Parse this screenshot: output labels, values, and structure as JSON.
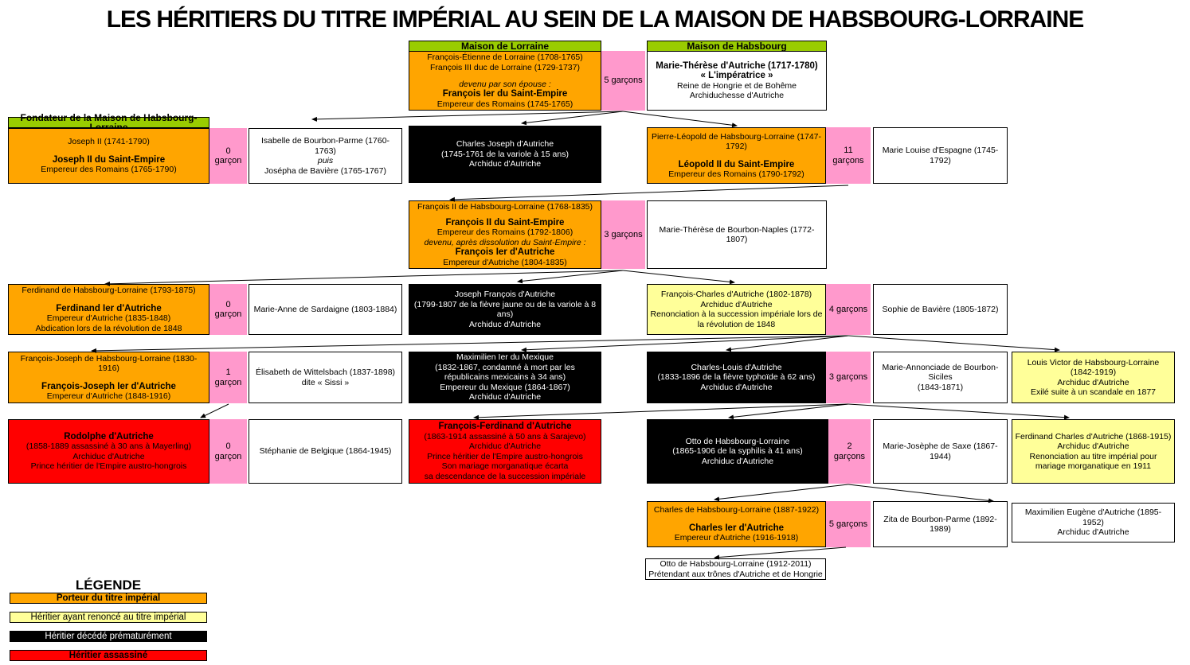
{
  "title": "LES HÉRITIERS DU TITRE IMPÉRIAL AU SEIN DE LA MAISON DE HABSBOURG-LORRAINE",
  "headers": {
    "lorraine": "Maison de Lorraine",
    "habsbourg": "Maison de Habsbourg",
    "fondateur": "Fondateur de la Maison de Habsbourg-Lorraine"
  },
  "sons": {
    "g1": "5 garçons",
    "g2a": "0 garçon",
    "g2b": "11 garçons",
    "g3": "3 garçons",
    "g4a": "0 garçon",
    "g4b": "4 garçons",
    "g5a": "1 garçon",
    "g5b": "3 garçons",
    "g6a": "0 garçon",
    "g6b": "2 garçons",
    "g7": "5 garçons"
  },
  "boxes": {
    "francois_etienne": {
      "lines": [
        "François-Étienne de Lorraine (1708-1765)",
        "François III duc de Lorraine (1729-1737)",
        "devenu par son épouse :",
        "François Ier du Saint-Empire",
        "Empereur des Romains (1745-1765)"
      ]
    },
    "marie_therese": {
      "lines": [
        "Marie-Thérèse d'Autriche (1717-1780)",
        "« L'impératrice »",
        "Reine de Hongrie et de Bohême",
        "Archiduchesse d'Autriche"
      ]
    },
    "joseph2": {
      "lines": [
        "Joseph II (1741-1790)",
        "Joseph II du Saint-Empire",
        "Empereur des Romains (1765-1790)"
      ]
    },
    "isabelle": {
      "lines": [
        "Isabelle de Bourbon-Parme (1760-1763)",
        "puis",
        "Josépha de Bavière (1765-1767)"
      ]
    },
    "charles_joseph": {
      "lines": [
        "Charles Joseph d'Autriche",
        "(1745-1761 de la variole à 15 ans)",
        "Archiduc d'Autriche"
      ]
    },
    "pierre_leopold": {
      "lines": [
        "Pierre-Léopold de Habsbourg-Lorraine (1747-1792)",
        "Léopold II du Saint-Empire",
        "Empereur des Romains (1790-1792)"
      ]
    },
    "marie_louise": {
      "lines": [
        "Marie Louise d'Espagne (1745-1792)"
      ]
    },
    "francois2": {
      "lines": [
        "François II de Habsbourg-Lorraine (1768-1835)",
        "François II du Saint-Empire",
        "Empereur des Romains (1792-1806)",
        "devenu, après dissolution du Saint-Empire :",
        "François Ier d'Autriche",
        "Empereur d'Autriche (1804-1835)"
      ]
    },
    "marie_therese_bn": {
      "lines": [
        "Marie-Thérèse de Bourbon-Naples (1772-1807)"
      ]
    },
    "ferdinand": {
      "lines": [
        "Ferdinand de Habsbourg-Lorraine (1793-1875)",
        "Ferdinand Ier d'Autriche",
        "Empereur d'Autriche (1835-1848)",
        "Abdication lors de la révolution de 1848"
      ]
    },
    "marie_anne": {
      "lines": [
        "Marie-Anne de Sardaigne (1803-1884)"
      ]
    },
    "joseph_francois": {
      "lines": [
        "Joseph François d'Autriche",
        "(1799-1807 de la fièvre jaune ou de la variole à 8 ans)",
        "Archiduc d'Autriche"
      ]
    },
    "francois_charles": {
      "lines": [
        "François-Charles d'Autriche (1802-1878)",
        "Archiduc d'Autriche",
        "Renonciation à la succession impériale lors de la révolution de 1848"
      ]
    },
    "sophie": {
      "lines": [
        "Sophie de Bavière (1805-1872)"
      ]
    },
    "francois_joseph": {
      "lines": [
        "François-Joseph de Habsbourg-Lorraine (1830-1916)",
        "François-Joseph Ier d'Autriche",
        "Empereur d'Autriche (1848-1916)"
      ]
    },
    "elisabeth": {
      "lines": [
        "Élisabeth de Wittelsbach (1837-1898)",
        "dite « Sissi »"
      ]
    },
    "maximilien": {
      "lines": [
        "Maximilien Ier du Mexique",
        "(1832-1867, condamné à mort par les républicains mexicains à 34 ans)",
        "Empereur du Mexique (1864-1867)",
        "Archiduc d'Autriche"
      ]
    },
    "charles_louis": {
      "lines": [
        "Charles-Louis d'Autriche",
        "(1833-1896 de la fièvre typhoïde à 62 ans)",
        "Archiduc d'Autriche"
      ]
    },
    "marie_annonciade": {
      "lines": [
        "Marie-Annonciade de Bourbon-Siciles",
        "(1843-1871)"
      ]
    },
    "louis_victor": {
      "lines": [
        "Louis Victor de Habsbourg-Lorraine (1842-1919)",
        "Archiduc d'Autriche",
        "Exilé suite à un scandale en 1877"
      ]
    },
    "rodolphe": {
      "lines": [
        "Rodolphe d'Autriche",
        "(1858-1889 assassiné à 30 ans à Mayerling)",
        "Archiduc d'Autriche",
        "Prince héritier de l'Empire austro-hongrois"
      ]
    },
    "stephanie": {
      "lines": [
        "Stéphanie de Belgique (1864-1945)"
      ]
    },
    "francois_ferdinand": {
      "lines": [
        "François-Ferdinand d'Autriche",
        "(1863-1914 assassiné à 50 ans à Sarajevo)",
        "Archiduc d'Autriche",
        "Prince héritier de l'Empire austro-hongrois",
        "Son mariage morganatique écarta",
        "sa descendance de la succession impériale"
      ]
    },
    "otto_hl": {
      "lines": [
        "Otto de Habsbourg-Lorraine",
        "(1865-1906 de la syphilis à 41 ans)",
        "Archiduc d'Autriche"
      ]
    },
    "marie_josephe": {
      "lines": [
        "Marie-Josèphe de Saxe (1867-1944)"
      ]
    },
    "ferdinand_charles": {
      "lines": [
        "Ferdinand Charles d'Autriche (1868-1915)",
        "Archiduc d'Autriche",
        "Renonciation au titre impérial pour mariage morganatique en 1911"
      ]
    },
    "charles1": {
      "lines": [
        "Charles de Habsbourg-Lorraine (1887-1922)",
        "Charles Ier d'Autriche",
        "Empereur d'Autriche (1916-1918)"
      ]
    },
    "zita": {
      "lines": [
        "Zita de Bourbon-Parme (1892-1989)"
      ]
    },
    "maximilien_eugene": {
      "lines": [
        "Maximilien Eugène d'Autriche (1895-1952)",
        "Archiduc d'Autriche"
      ]
    },
    "otto2": {
      "lines": [
        "Otto de Habsbourg-Lorraine (1912-2011)",
        "Prétendant aux trônes d'Autriche et de Hongrie"
      ]
    }
  },
  "legend": {
    "title": "LÉGENDE",
    "items": [
      {
        "label": "Porteur du titre impérial",
        "color": "#FFA500"
      },
      {
        "label": "Héritier ayant renoncé au titre impérial",
        "color": "#FFFF99"
      },
      {
        "label": "Héritier décédé prématurément",
        "color": "#000000"
      },
      {
        "label": "Héritier assassiné",
        "color": "#FF0000"
      }
    ]
  },
  "colors": {
    "holder_orange": "#FFA500",
    "renounced_yellow": "#FFFF99",
    "deceased_black": "#000000",
    "assassinated_red": "#FF0000",
    "sons_pink": "#FF99CC",
    "house_green": "#99CC00"
  }
}
